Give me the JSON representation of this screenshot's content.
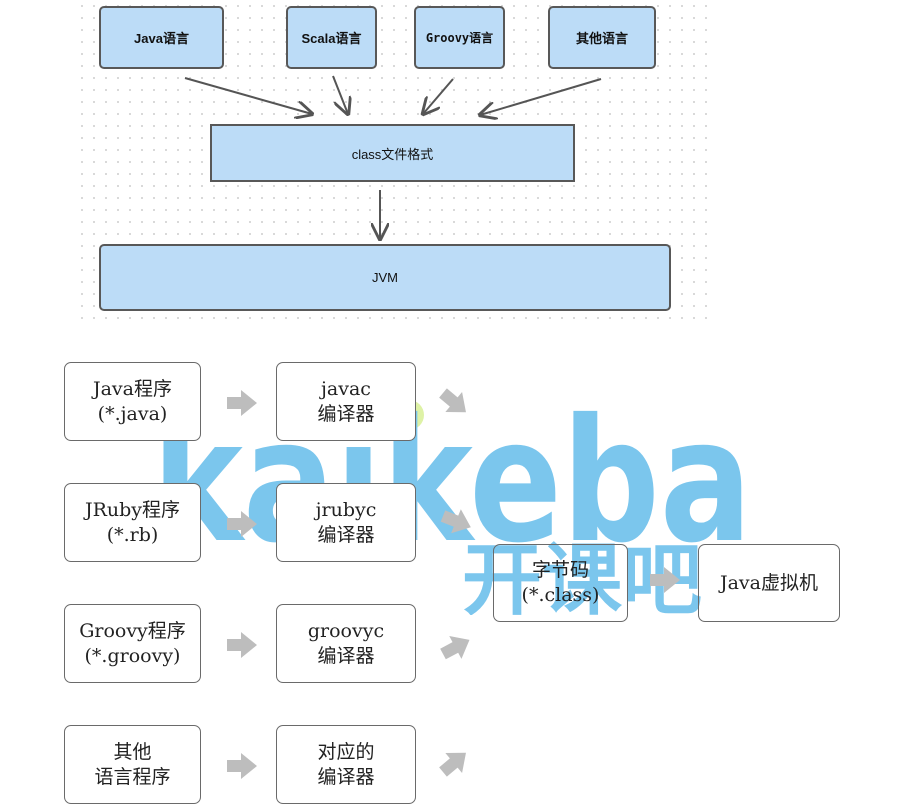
{
  "top_diagram": {
    "sources": [
      "Java语言",
      "Scala语言",
      "Groovy语言",
      "其他语言"
    ],
    "middle": "class文件格式",
    "bottom": "JVM"
  },
  "bottom_diagram": {
    "programs": [
      {
        "line1": "Java程序",
        "line2": "(*.java)"
      },
      {
        "line1": "JRuby程序",
        "line2": "(*.rb)"
      },
      {
        "line1": "Groovy程序",
        "line2": "(*.groovy)"
      },
      {
        "line1": "其他",
        "line2": "语言程序"
      }
    ],
    "compilers": [
      {
        "line1": "javac",
        "line2": "编译器"
      },
      {
        "line1": "jrubyc",
        "line2": "编译器"
      },
      {
        "line1": "groovyc",
        "line2": "编译器"
      },
      {
        "line1": "对应的",
        "line2": "编译器"
      }
    ],
    "bytecode": {
      "line1": "字节码",
      "line2": "(*.class)"
    },
    "jvm": "Java虚拟机"
  },
  "watermark": {
    "latin": "kaikeba",
    "chinese": "开课吧",
    "color": "#4fb3e8",
    "dot_color": "#c8e86a"
  },
  "colors": {
    "box_fill": "#bcdcf7",
    "arrow_gray": "#bdbdbd"
  }
}
